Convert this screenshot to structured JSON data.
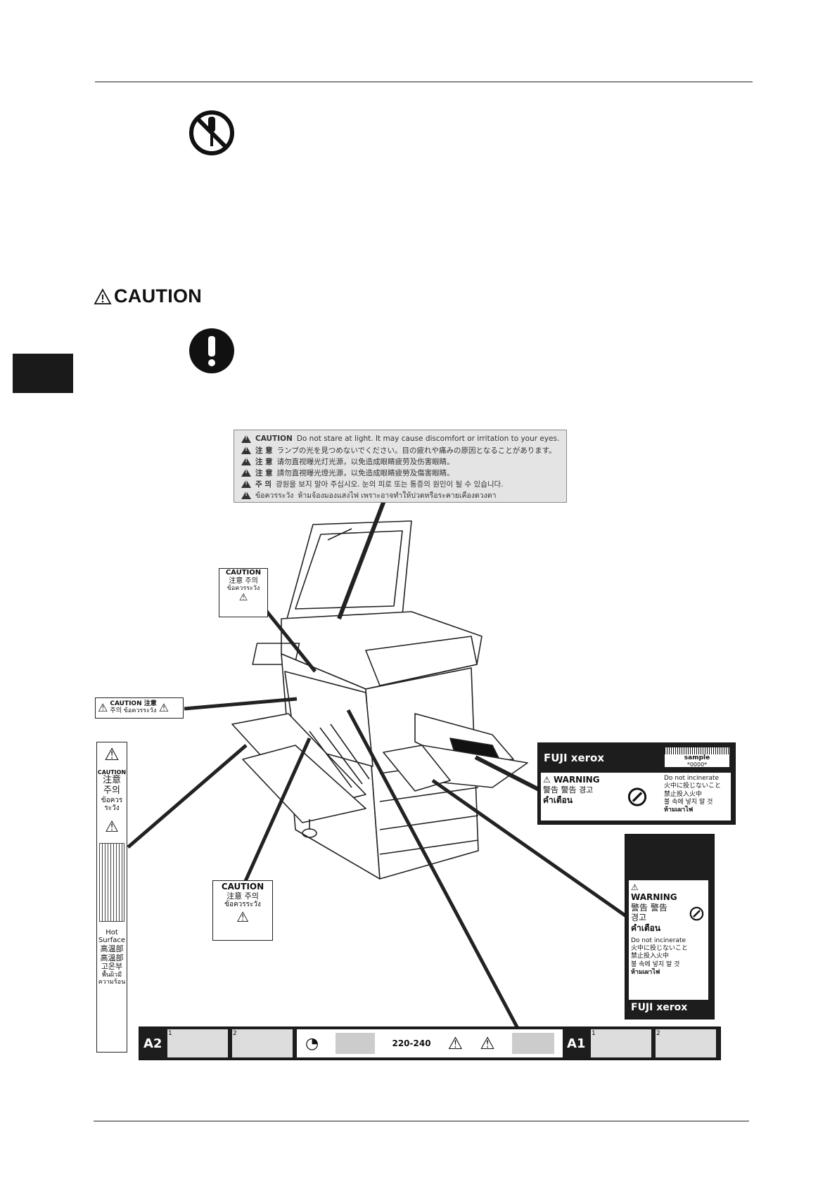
{
  "caution_heading": "CAUTION",
  "light_label": {
    "rows": [
      {
        "title": "CAUTION",
        "text": "Do not stare at light. It may cause discomfort or irritation to your eyes."
      },
      {
        "title": "注 意",
        "text": "ランプの光を見つめないでください。目の疲れや痛みの原因となることがあります。"
      },
      {
        "title": "注 意",
        "text": "请勿直视曝光灯光源，以免造成眼睛疲劳及伤害眼睛。"
      },
      {
        "title": "注 意",
        "text": "請勿直視曝光燈光源，以免造成眼睛疲勞及傷害眼睛。"
      },
      {
        "title": "주 의",
        "text": "광원을 보지 말아 주십시오. 눈의 피로 또는 통증의 원인이 될 수 있습니다."
      },
      {
        "title": "ข้อควรระวัง",
        "text": "ห้ามจ้องมองแสงไฟ เพราะอาจทำให้ปวดหรือระคายเคืองดวงตา"
      }
    ]
  },
  "small_caution_label": {
    "line1": "CAUTION",
    "line2": "注意 주의",
    "line3": "ข้อควรระวัง"
  },
  "horizontal_caution_label": {
    "line1": "CAUTION 注意",
    "line2": "주의 ข้อควรระวัง"
  },
  "vertical_label": {
    "caution": "CAUTION",
    "jp": "注意",
    "kr": "주의",
    "th": "ข้อควรระวัง",
    "hot": [
      "Hot",
      "Surface",
      "高温部",
      "高溫部",
      "고온부",
      "พื้นผิวมี",
      "ความร้อน"
    ]
  },
  "lower_caution_label": {
    "line1": "CAUTION",
    "line2": "注意 주의",
    "line3": "ข้อควรระวัง"
  },
  "warning_toner": {
    "brand": "FUJI xerox",
    "barcode_text": "sample",
    "barcode_number": "*0000*",
    "warning": "WARNING",
    "warning_multi": "警告 警告 경고",
    "warning_th": "คำเตือน",
    "incinerate": [
      "Do not incinerate",
      "火中に投じないこと",
      "禁止投入火中",
      "불 속에 넣지 말 것",
      "ห้ามเผาไฟ"
    ]
  },
  "warning_drum": {
    "warning": "WARNING",
    "warning_multi": "警告 警告",
    "warning_kr": "경고",
    "warning_th": "คำเตือน",
    "incinerate": [
      "Do not incinerate",
      "火中に投じないこと",
      "禁止投入火中",
      "불 속에 넣지 말 것",
      "ห้ามเผาไฟ"
    ],
    "brand": "FUJI xerox"
  },
  "bottom_strip": {
    "a2": "A2",
    "a1": "A1",
    "step1": "1",
    "step2": "2",
    "voltage": "220-240"
  }
}
